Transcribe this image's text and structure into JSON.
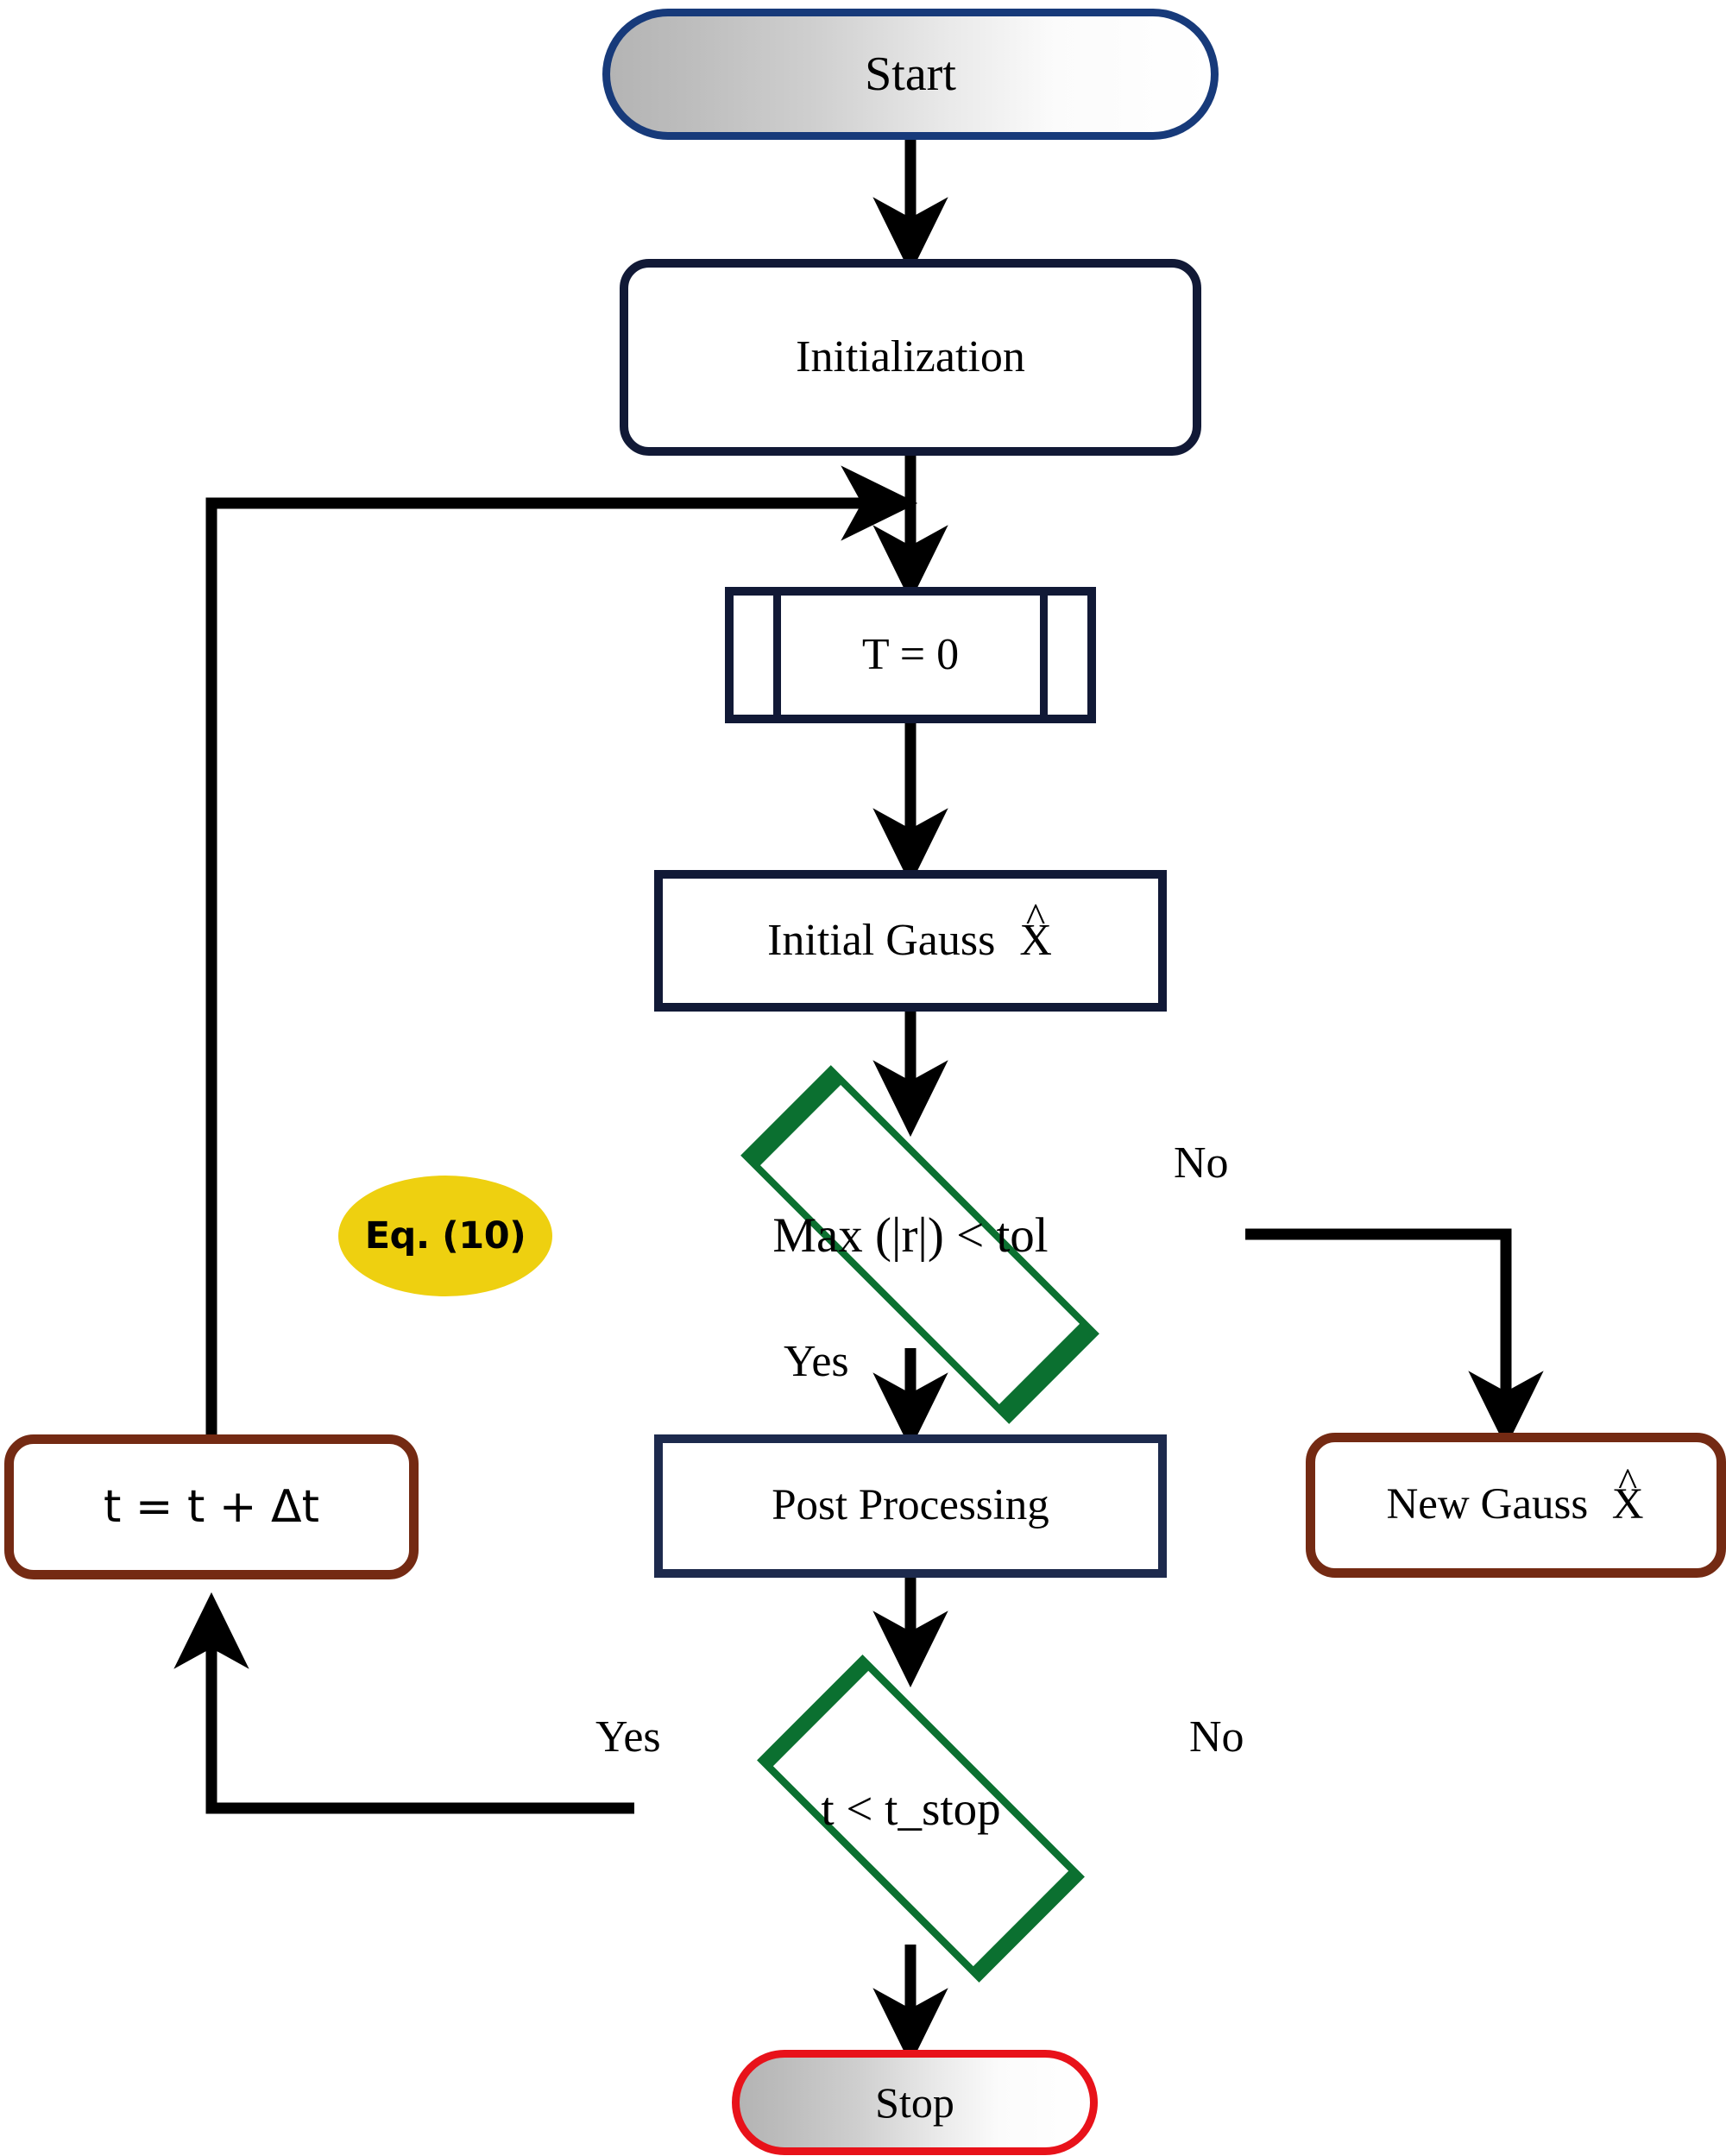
{
  "diagram": {
    "type": "flowchart",
    "title": "Iterative transient solution algorithm flowchart",
    "background": "#ffffff",
    "palette": {
      "start_border": "#173a7a",
      "stop_border": "#e8121a",
      "process_border_navy": "#111936",
      "process_border_maroon": "#742a13",
      "decision_border_green": "#0b7030",
      "annotation_fill_yellow": "#eed010",
      "edge_color": "#000000",
      "terminator_fill": "gradient-grey-to-white"
    }
  },
  "nodes": {
    "start": {
      "label": "Start",
      "shape": "terminator"
    },
    "initialization": {
      "label": "Initialization",
      "shape": "rounded-process"
    },
    "time_reset": {
      "label": "T = 0",
      "shape": "predefined-process"
    },
    "initial_gauss": {
      "label_text": "Initial Gauss",
      "label_symbol": "X",
      "label_accent": "^",
      "label_full": "Initial Gauss X̂",
      "shape": "process"
    },
    "residual_check": {
      "label": "Max (|r|) < tol",
      "shape": "decision"
    },
    "eq_note": {
      "label": "Eq. (10)",
      "shape": "ellipse-annotation"
    },
    "post_processing": {
      "label": "Post Processing",
      "shape": "process"
    },
    "new_gauss": {
      "label_text": "New Gauss",
      "label_symbol": "X",
      "label_accent": "^",
      "label_full": "New Gauss X̂",
      "shape": "rounded-process"
    },
    "time_increment": {
      "label": "t = t + Δt",
      "shape": "rounded-process"
    },
    "stop_check": {
      "label": "t < t_stop",
      "shape": "decision"
    },
    "stop": {
      "label": "Stop",
      "shape": "terminator"
    }
  },
  "edge_labels": {
    "residual_no": "No",
    "residual_yes": "Yes",
    "stop_check_yes": "Yes",
    "stop_check_no": "No"
  },
  "edges": [
    {
      "from": "start",
      "to": "initialization",
      "label": ""
    },
    {
      "from": "initialization",
      "to": "time_reset",
      "label": ""
    },
    {
      "from": "time_reset",
      "to": "initial_gauss",
      "label": ""
    },
    {
      "from": "initial_gauss",
      "to": "residual_check",
      "label": ""
    },
    {
      "from": "residual_check",
      "to": "post_processing",
      "label": "Yes"
    },
    {
      "from": "residual_check",
      "to": "new_gauss",
      "label": "No"
    },
    {
      "from": "post_processing",
      "to": "stop_check",
      "label": ""
    },
    {
      "from": "stop_check",
      "to": "time_increment",
      "label": "Yes"
    },
    {
      "from": "stop_check",
      "to": "stop",
      "label": "No"
    },
    {
      "from": "time_increment",
      "to": "time_reset",
      "label": ""
    }
  ]
}
